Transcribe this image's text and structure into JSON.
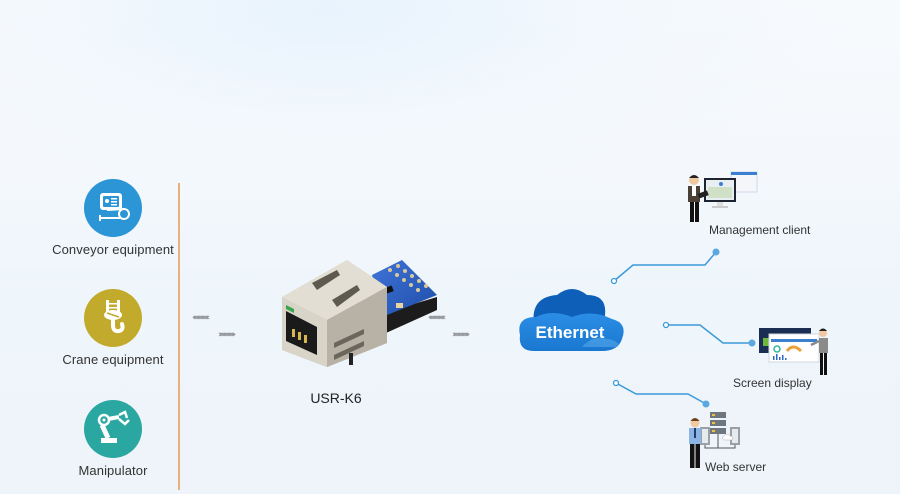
{
  "devices": [
    {
      "label": "Conveyor equipment",
      "icon": "conveyor-icon",
      "color": "#2b95d6"
    },
    {
      "label": "Crane equipment",
      "icon": "crane-hook-icon",
      "color": "#c2ab2c"
    },
    {
      "label": "Manipulator",
      "icon": "robot-arm-icon",
      "color": "#2aa7a0"
    }
  ],
  "arrows": {
    "left": "‹‹‹‹‹‹‹‹‹‹‹‹",
    "right": "››››››››››››"
  },
  "product": {
    "label": "USR-K6",
    "icon": "ethernet-module-icon"
  },
  "network": {
    "label": "Ethernet",
    "icon": "cloud-icon",
    "color": "#1a7fd4"
  },
  "clients": [
    {
      "label": "Management client",
      "icon": "management-client-icon"
    },
    {
      "label": "Screen display",
      "icon": "screen-display-icon"
    },
    {
      "label": "Web server",
      "icon": "web-server-icon"
    }
  ],
  "colors": {
    "divider": "#e7b07d",
    "connector": "#3b9ad9",
    "arrow": "#8c8f93"
  }
}
